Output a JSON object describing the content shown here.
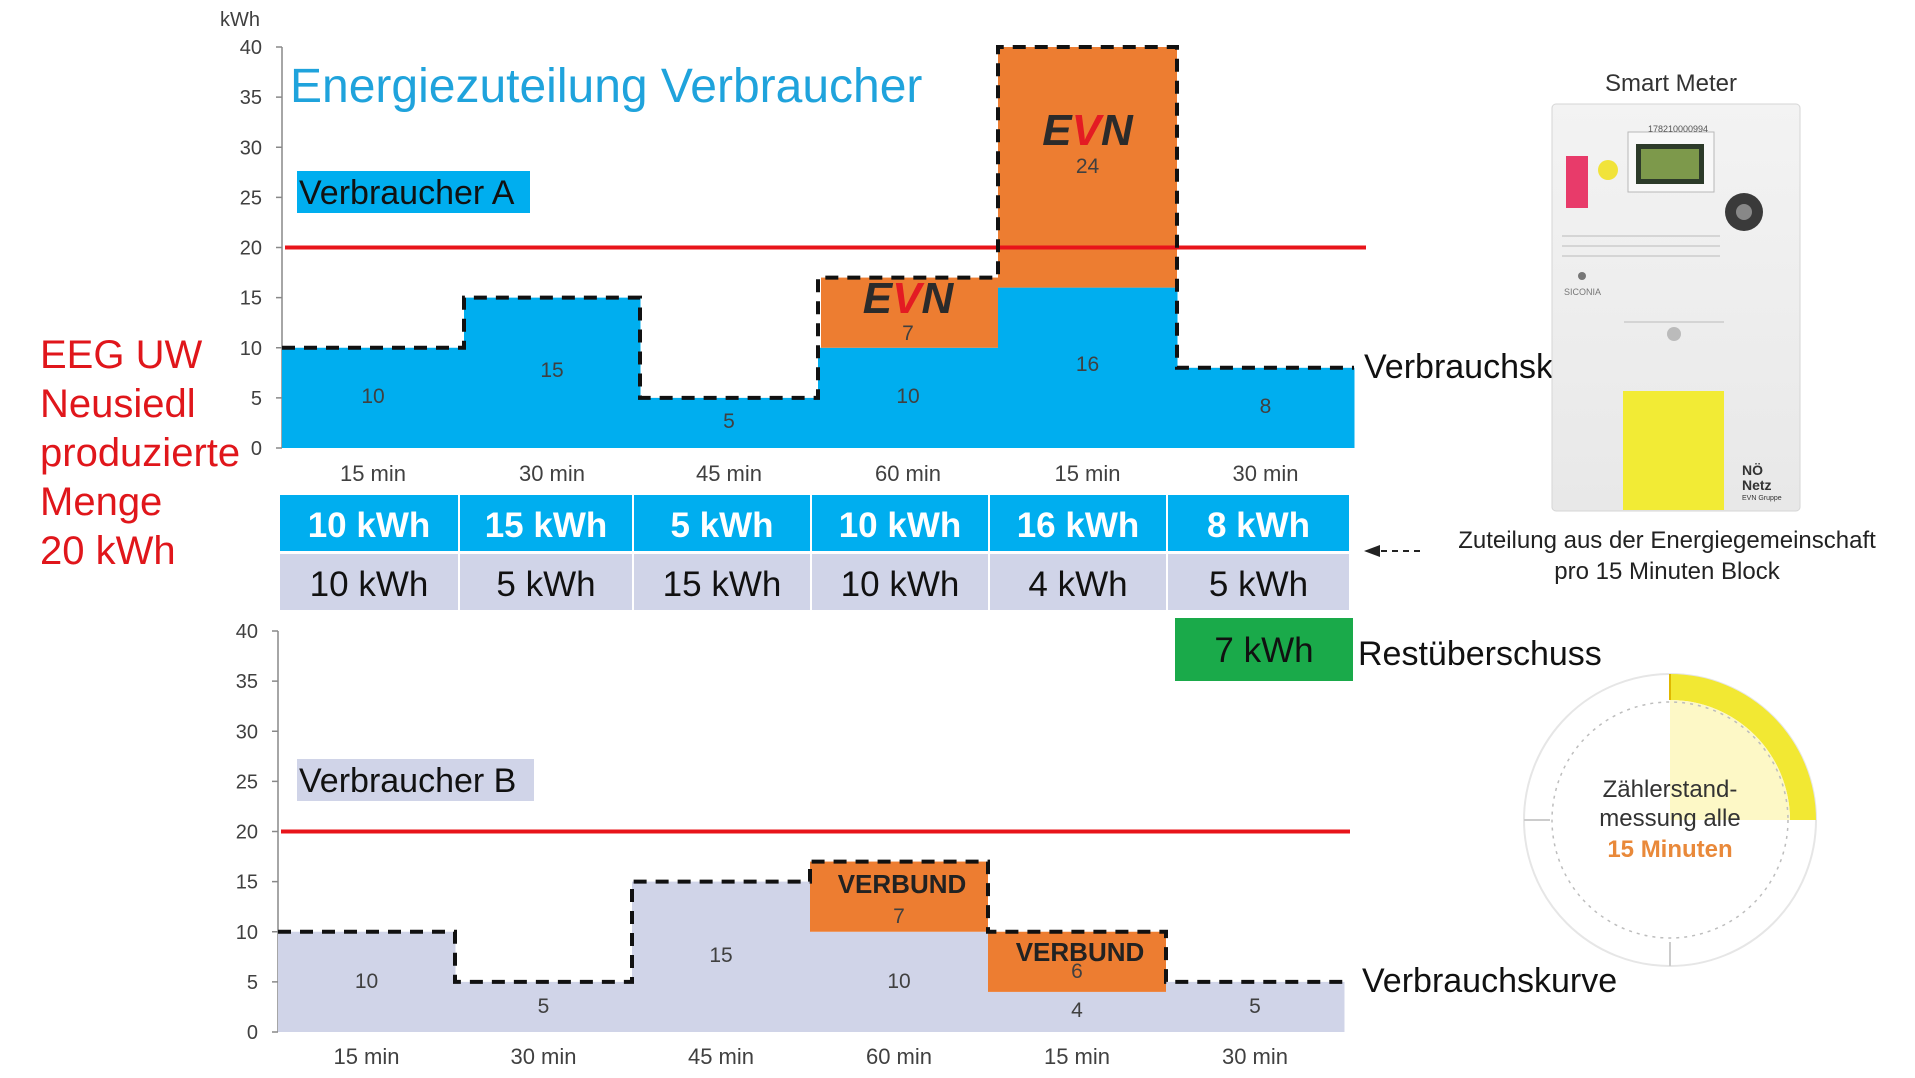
{
  "title": "Energiezuteilung Verbraucher",
  "y_unit": "kWh",
  "colors": {
    "consumer_a": "#00aeef",
    "consumer_b": "#d0d4e8",
    "supplier": "#ed7d31",
    "limit_line": "#e8141a",
    "surplus": "#1aaa4a",
    "title": "#1fa3dc",
    "side_red": "#e0161b"
  },
  "side_label": {
    "lines": [
      "EEG UW",
      "Neusiedl",
      "produzierte",
      "Menge",
      "20 kWh"
    ]
  },
  "chart_data": [
    {
      "type": "bar",
      "series_label": "Verbraucher A",
      "categories": [
        "15 min",
        "30 min",
        "45 min",
        "60 min",
        "15 min",
        "30 min"
      ],
      "ylim": [
        0,
        40
      ],
      "yticks": [
        0,
        5,
        10,
        15,
        20,
        25,
        30,
        35,
        40
      ],
      "limit_line": 20,
      "series": [
        {
          "name": "Verbraucher A",
          "values": [
            10,
            15,
            5,
            10,
            16,
            8
          ]
        },
        {
          "name": "EVN",
          "values": [
            0,
            0,
            0,
            7,
            24,
            0
          ]
        }
      ],
      "curve_label": "Verbrauchskurve"
    },
    {
      "type": "bar",
      "series_label": "Verbraucher B",
      "categories": [
        "15 min",
        "30 min",
        "45 min",
        "60 min",
        "15 min",
        "30 min"
      ],
      "ylim": [
        0,
        40
      ],
      "yticks": [
        0,
        5,
        10,
        15,
        20,
        25,
        30,
        35,
        40
      ],
      "limit_line": 20,
      "series": [
        {
          "name": "Verbraucher B",
          "values": [
            10,
            5,
            15,
            10,
            4,
            5
          ]
        },
        {
          "name": "VERBUND",
          "values": [
            0,
            0,
            0,
            7,
            6,
            0
          ]
        }
      ],
      "curve_label": "Verbrauchskurve"
    }
  ],
  "allocation_table": {
    "row_a": [
      "10 kWh",
      "15 kWh",
      "5 kWh",
      "10 kWh",
      "16 kWh",
      "8 kWh"
    ],
    "row_b": [
      "10 kWh",
      "5 kWh",
      "15 kWh",
      "10 kWh",
      "4 kWh",
      "5 kWh"
    ],
    "surplus": "7 kWh",
    "surplus_label": "Restüberschuss",
    "note_line1": "Zuteilung aus der Energiegemeinschaft",
    "note_line2": "pro 15 Minuten Block"
  },
  "evn_logo": "EVN",
  "smart_meter": {
    "title": "Smart Meter",
    "serial": "178210000994",
    "brand": "SICONIA",
    "badge_line1": "NÖ",
    "badge_line2": "Netz",
    "badge_line3": "EVN Gruppe"
  },
  "dial": {
    "line1": "Zählerstand-",
    "line2": "messung alle",
    "line3": "15 Minuten"
  }
}
